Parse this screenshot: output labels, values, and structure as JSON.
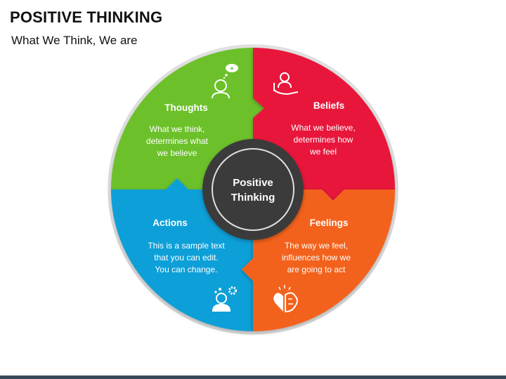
{
  "header": {
    "title": "POSITIVE THINKING",
    "subtitle": "What We Think, We are"
  },
  "center": {
    "line1": "Positive",
    "line2": "Thinking"
  },
  "quadrants": [
    {
      "title": "Thoughts",
      "body": [
        "What we think,",
        "determines what",
        "we believe"
      ],
      "color": "#6cc12b",
      "icon": "person-thought-icon"
    },
    {
      "title": "Beliefs",
      "body": [
        "What we believe,",
        "determines how",
        "we feel"
      ],
      "color": "#e8153a",
      "icon": "hand-holding-person-icon"
    },
    {
      "title": "Actions",
      "body": [
        "This is a sample text",
        "that you can edit.",
        "You can change."
      ],
      "color": "#119fd8",
      "icon": "person-gears-icon"
    },
    {
      "title": "Feelings",
      "body": [
        "The way we feel,",
        "influences how we",
        "are going to act"
      ],
      "color": "#f3621c",
      "icon": "heart-brain-icon"
    }
  ],
  "colors": {
    "ring": "#e7e7e7",
    "center_fill": "#3b3b3b",
    "center_ring": "#e0e0e0"
  }
}
